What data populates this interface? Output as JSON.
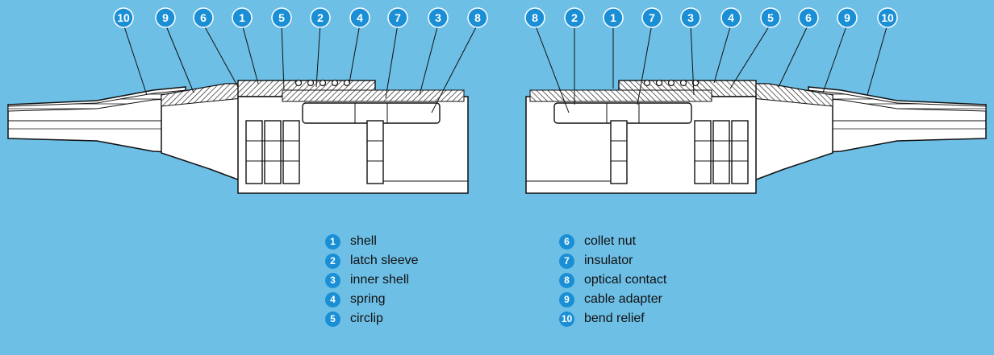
{
  "colors": {
    "background": "#6dbfe6",
    "badge": "#1a8fd6",
    "part_fill": "#ffffff",
    "part_stroke": "#111111",
    "hatch": "#222222"
  },
  "top_callouts_left": [
    "10",
    "9",
    "6",
    "1",
    "5",
    "2",
    "4",
    "7",
    "3",
    "8"
  ],
  "top_callouts_right": [
    "8",
    "2",
    "1",
    "7",
    "3",
    "4",
    "5",
    "6",
    "9",
    "10"
  ],
  "legend": {
    "left": [
      {
        "num": "1",
        "label": "shell"
      },
      {
        "num": "2",
        "label": "latch sleeve"
      },
      {
        "num": "3",
        "label": "inner shell"
      },
      {
        "num": "4",
        "label": "spring"
      },
      {
        "num": "5",
        "label": "circlip"
      }
    ],
    "right": [
      {
        "num": "6",
        "label": "collet nut"
      },
      {
        "num": "7",
        "label": "insulator"
      },
      {
        "num": "8",
        "label": "optical contact"
      },
      {
        "num": "9",
        "label": "cable adapter"
      },
      {
        "num": "10",
        "label": "bend relief"
      }
    ]
  }
}
